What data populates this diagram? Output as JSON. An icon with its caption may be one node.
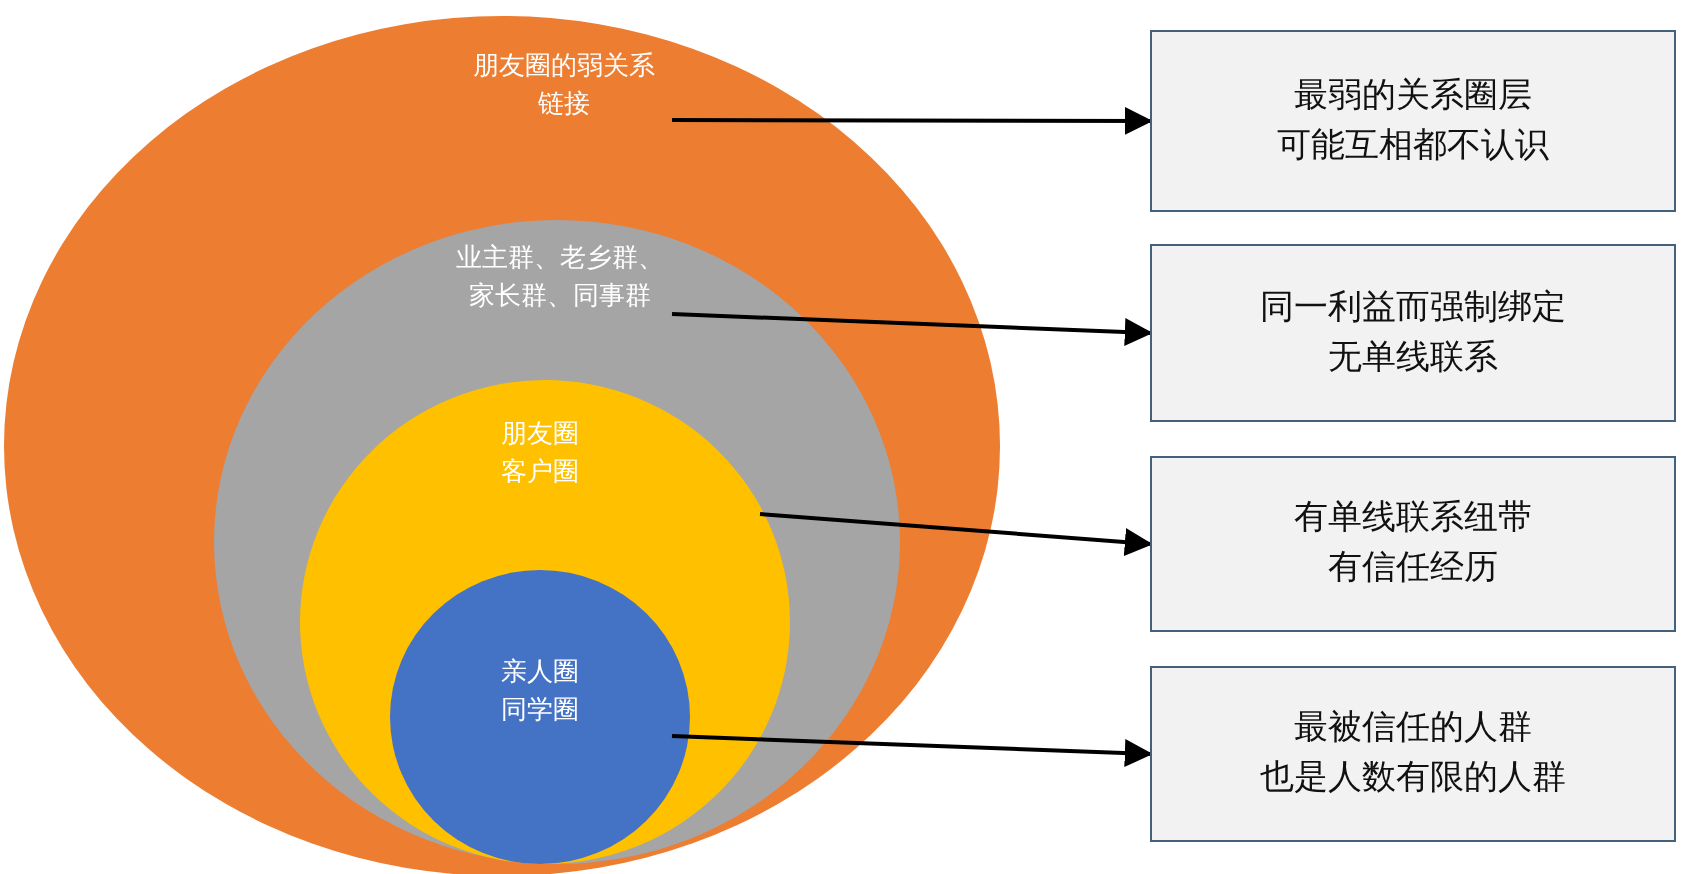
{
  "diagram": {
    "nodes": [
      {
        "text": [
          "朋友圈的弱关系链接"
        ]
      },
      {
        "text": [
          "业主群、老乡群、家长群、同事群"
        ],
        "in": 0
      },
      {
        "text": [
          "朋友圈客户圈"
        ],
        "in": 1
      },
      {
        "text": [
          "亲人圈同学圈"
        ],
        "in": 2
      },
      {
        "text": [
          "最弱的关系圈层可能互相都不认识"
        ]
      },
      {
        "text": [
          "同一利益而强制绑定无单线联系"
        ]
      },
      {
        "text": [
          "有单线联系纽带有信任经历"
        ]
      },
      {
        "text": [
          "最被信任的人群也是人数有限的人群"
        ]
      }
    ],
    "edges": [
      {
        "from": 0,
        "to": 4,
        "arrow": "to"
      },
      {
        "from": 1,
        "to": 5,
        "arrow": "to"
      },
      {
        "from": 2,
        "to": 6,
        "arrow": "to"
      },
      {
        "from": 3,
        "to": 7,
        "arrow": "to"
      }
    ]
  }
}
